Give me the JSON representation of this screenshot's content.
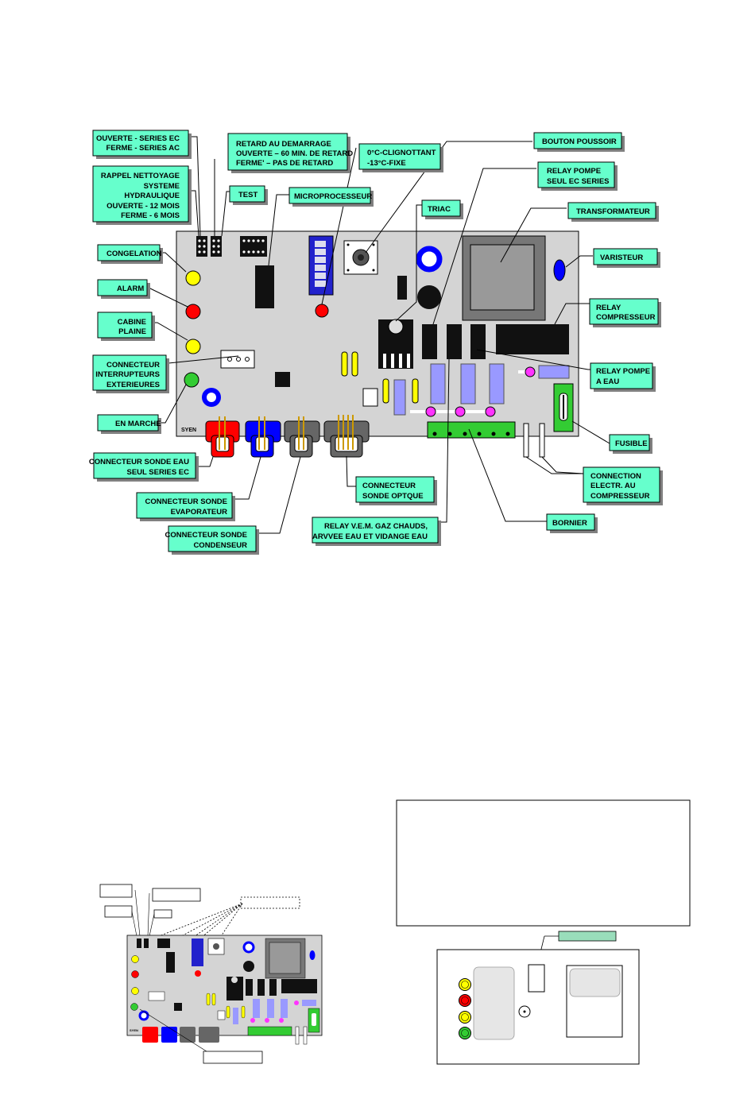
{
  "colors": {
    "label_fill": "#66ffcc",
    "board_fill": "#d4d4d4",
    "led_yellow": "#ffff00",
    "led_red": "#ff0000",
    "led_green": "#33cc33",
    "connector_red": "#ff0000",
    "connector_blue": "#0000ff",
    "connector_grey": "#666666",
    "relay_blue": "#9999ff",
    "terminal_green": "#33cc33",
    "dip_blue": "#2222cc"
  },
  "board": {
    "brand": "SYEN"
  },
  "labels": {
    "ouverte_series": [
      "OUVERTE - SERIES EC",
      "FERME - SERIES AC"
    ],
    "rappel": [
      "RAPPEL NETTOYAGE",
      "SYSTEME",
      "HYDRAULIQUE",
      "OUVERTE - 12 MOIS",
      "FERME - 6 MOIS"
    ],
    "retard": [
      "RETARD AU DEMARRAGE",
      "OUVERTE – 60 MIN. DE RETARD",
      "FERME' – PAS DE RETARD"
    ],
    "test": [
      "TEST"
    ],
    "micro": [
      "MICROPROCESSEUR"
    ],
    "clignottant": [
      "0°C-CLIGNOTTANT",
      "-13°C-FIXE"
    ],
    "bouton": [
      "BOUTON POUSSOIR"
    ],
    "relay_pompe_ec": [
      "RELAY POMPE",
      "SEUL EC SERIES"
    ],
    "triac": [
      "TRIAC"
    ],
    "transformateur": [
      "TRANSFORMATEUR"
    ],
    "varisteur": [
      "VARISTEUR"
    ],
    "relay_compresseur": [
      "RELAY",
      "COMPRESSEUR"
    ],
    "relay_pompe_eau": [
      "RELAY POMPE",
      "A EAU"
    ],
    "fusible": [
      "FUSIBLE"
    ],
    "connection_compresseur": [
      "CONNECTION",
      "ELECTR. AU",
      "COMPRESSEUR"
    ],
    "bornier": [
      "BORNIER"
    ],
    "relay_vem": [
      "RELAY V.E.M. GAZ CHAUDS,",
      "ARVVEE EAU ET VIDANGE EAU"
    ],
    "sonde_optque": [
      "CONNECTEUR",
      "SONDE OPTQUE"
    ],
    "sonde_condenseur": [
      "CONNECTEUR SONDE",
      "CONDENSEUR"
    ],
    "sonde_evaporateur": [
      "CONNECTEUR SONDE",
      "EVAPORATEUR"
    ],
    "sonde_eau": [
      "CONNECTEUR SONDE EAU",
      "SEUL SERIES EC"
    ],
    "en_marche": [
      "EN MARCHE"
    ],
    "interrupteurs": [
      "CONNECTEUR",
      "INTERRUPTEURS",
      "EXTERIEURES"
    ],
    "cabine": [
      "CABINE",
      "PLAINE"
    ],
    "alarm": [
      "ALARM"
    ],
    "congelation": [
      "CONGELATION"
    ]
  }
}
